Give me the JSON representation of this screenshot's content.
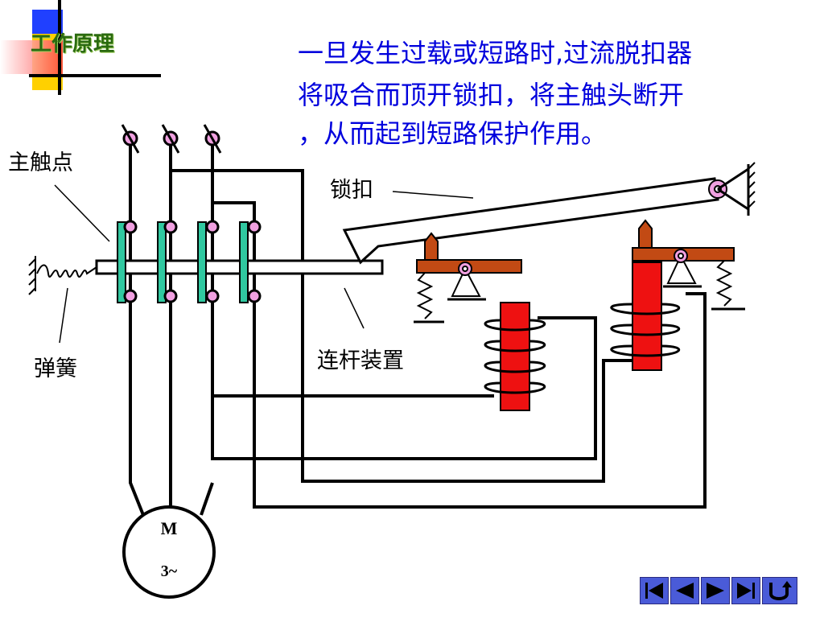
{
  "slide": {
    "title": "工作原理",
    "body_lines": [
      "一旦发生过载或短路时,过流脱扣器",
      "将吸合而顶开锁扣，将主触头断开",
      "，从而起到短路保护作用。"
    ]
  },
  "diagram": {
    "labels": {
      "main_contacts": "主触点",
      "spring": "弹簧",
      "latch": "锁扣",
      "linkage": "连杆装置"
    },
    "motor": {
      "name": "M",
      "phase": "3~"
    }
  },
  "nav": {
    "buttons": [
      "first",
      "previous",
      "next",
      "last",
      "return"
    ]
  },
  "colors": {
    "accent_blue": "#0000dd",
    "coil_red": "#ee1111",
    "lever_brown": "#c24a14",
    "contact_green": "#30c8a0",
    "terminal_pink": "#f0a0e0"
  }
}
